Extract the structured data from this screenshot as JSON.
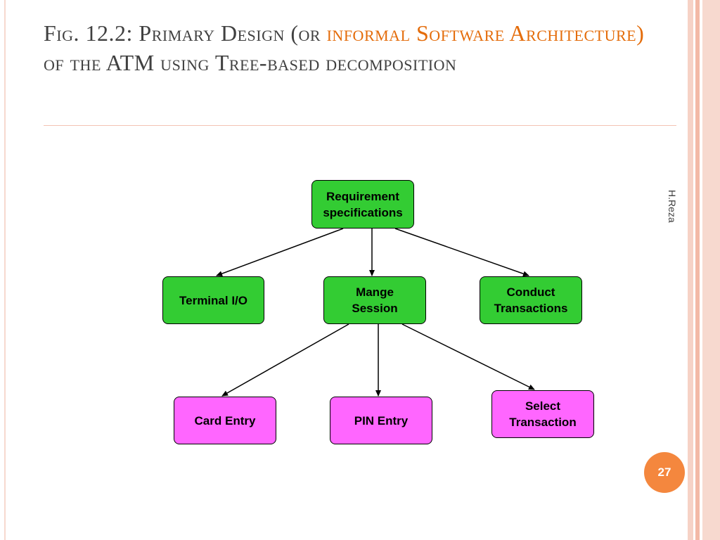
{
  "title": {
    "part1": "Fig. 12.2: Primary Design (or ",
    "accent": "informal Software Architecture)",
    "part2": " of the ATM using Tree-based decomposition"
  },
  "author": "H.Reza",
  "page_number": "27",
  "colors": {
    "title_text": "#404040",
    "title_accent": "#e46c0a",
    "node_green": "#33cc33",
    "node_pink": "#ff66ff",
    "badge": "#f4873e"
  },
  "diagram": {
    "nodes": {
      "requirement": "Requirement\nspecifications",
      "terminal": "Terminal I/O",
      "session": "Mange\nSession",
      "conduct": "Conduct\nTransactions",
      "card": "Card Entry",
      "pin": "PIN Entry",
      "select": "Select\nTransaction"
    },
    "edges": [
      {
        "from": "requirement",
        "to": "terminal"
      },
      {
        "from": "requirement",
        "to": "session"
      },
      {
        "from": "requirement",
        "to": "conduct"
      },
      {
        "from": "session",
        "to": "card"
      },
      {
        "from": "session",
        "to": "pin"
      },
      {
        "from": "session",
        "to": "select"
      }
    ]
  }
}
